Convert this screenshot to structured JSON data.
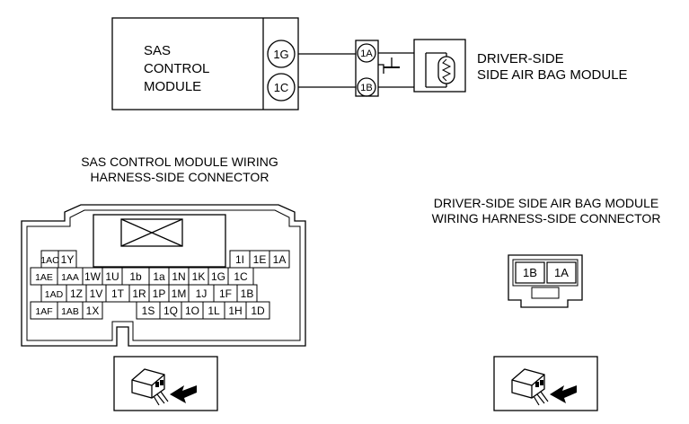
{
  "schematic": {
    "control_module_label": [
      "SAS",
      "CONTROL",
      "MODULE"
    ],
    "control_pins": [
      "1G",
      "1C"
    ],
    "inline_pins": [
      "1A",
      "1B"
    ],
    "airbag_label": [
      "DRIVER-SIDE",
      "SIDE AIR BAG MODULE"
    ]
  },
  "sas_connector": {
    "title": [
      "SAS CONTROL MODULE WIRING",
      "HARNESS-SIDE CONNECTOR"
    ],
    "rows": [
      [
        "1AC",
        "1Y",
        "",
        "",
        "",
        "",
        "",
        "",
        "1I",
        "1E",
        "1A"
      ],
      [
        "1AE",
        "1AA",
        "1W",
        "1U",
        "1b",
        "1a",
        "1N",
        "1K",
        "1G",
        "1C"
      ],
      [
        "1AD",
        "1Z",
        "1V",
        "1T",
        "1R",
        "1P",
        "1M",
        "1J",
        "1F",
        "1B"
      ],
      [
        "1AF",
        "1AB",
        "1X",
        "1S",
        "1Q",
        "1O",
        "1L",
        "1H",
        "1D"
      ]
    ]
  },
  "airbag_connector": {
    "title": [
      "DRIVER-SIDE SIDE AIR BAG MODULE",
      "WIRING HARNESS-SIDE CONNECTOR"
    ],
    "pins": [
      "1B",
      "1A"
    ]
  },
  "icons": [
    "connector-view-icon",
    "connector-view-icon"
  ]
}
